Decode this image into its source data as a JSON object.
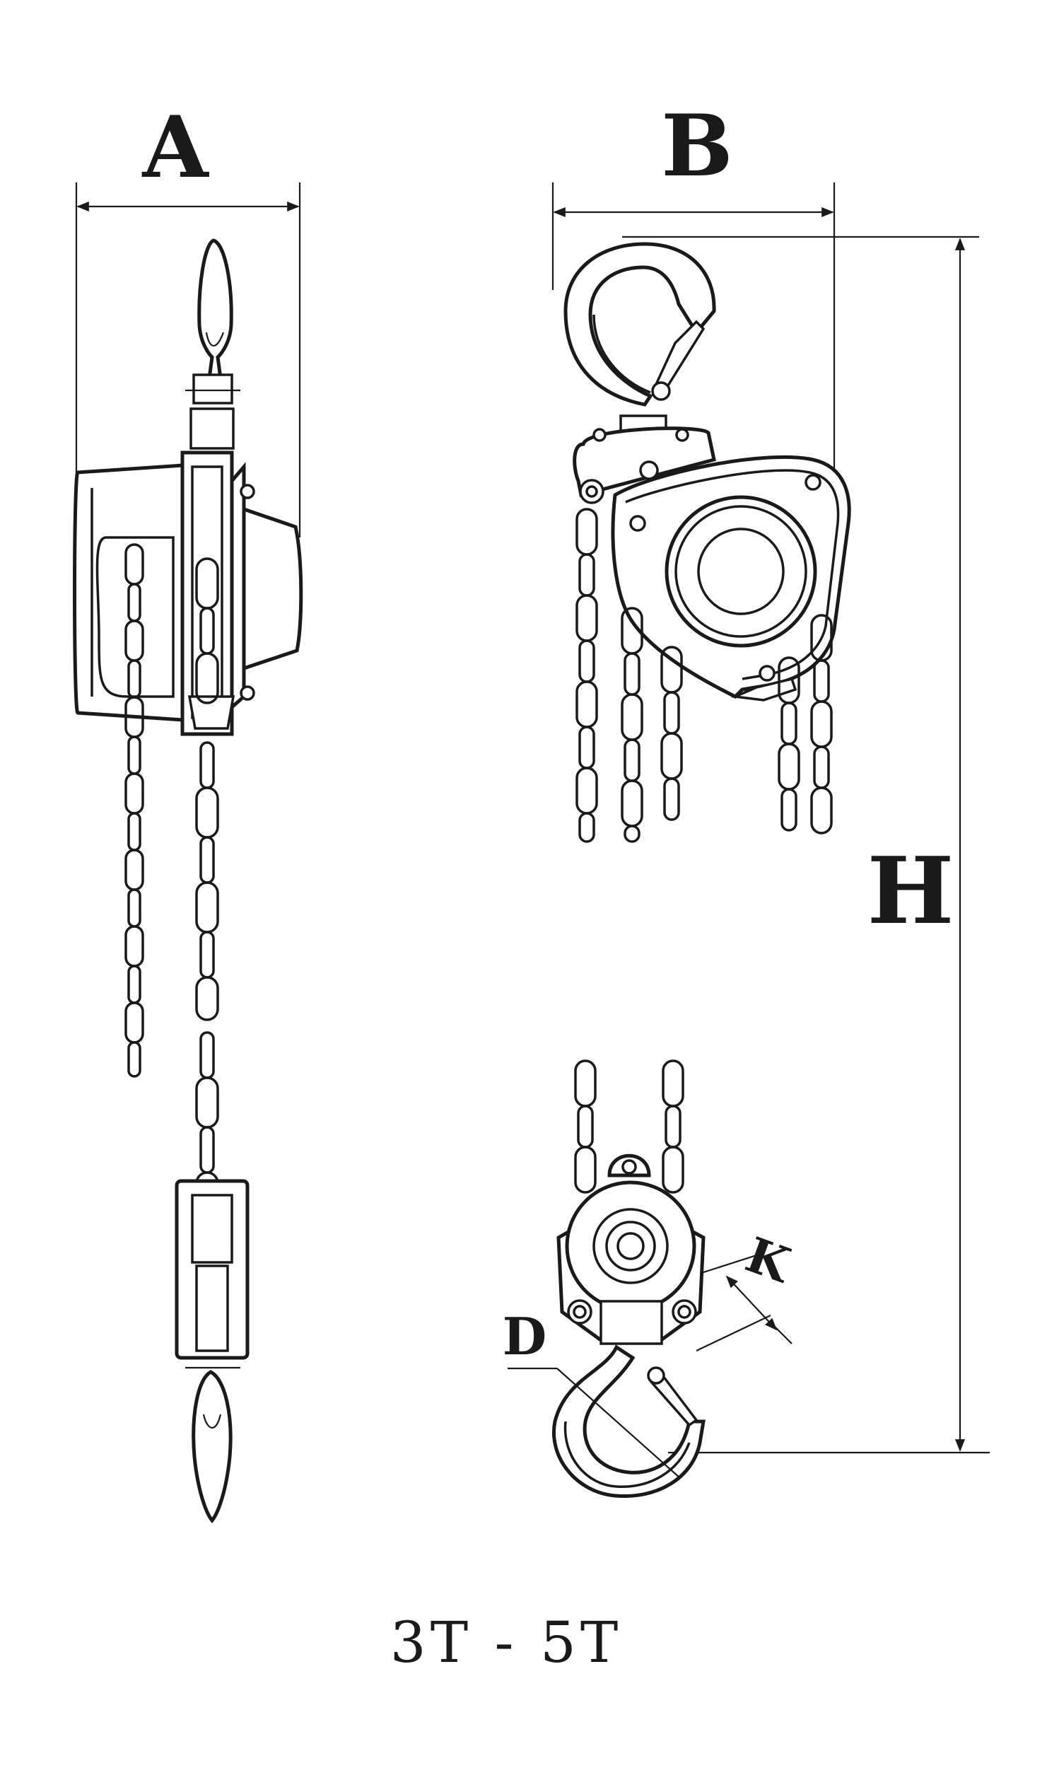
{
  "dimensions": {
    "a": "A",
    "b": "B",
    "h": "H",
    "d": "D",
    "k": "K"
  },
  "caption": "3T - 5T",
  "colors": {
    "line": "#1a1a1a",
    "background": "#ffffff"
  }
}
